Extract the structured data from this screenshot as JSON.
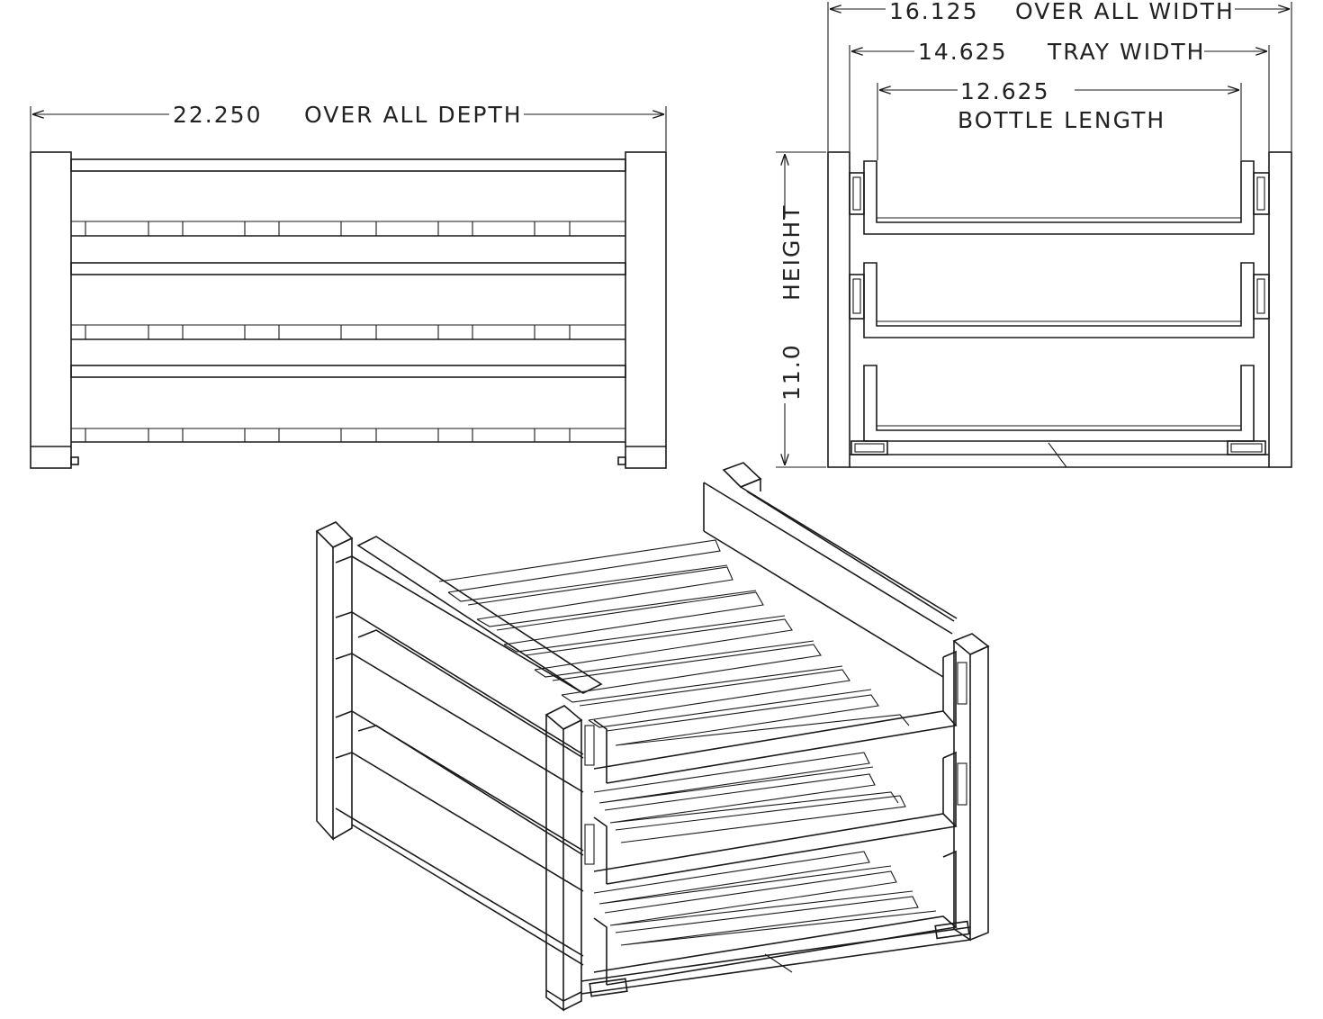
{
  "dimensions": {
    "overall_depth": {
      "value": "22.250",
      "label": "OVER ALL DEPTH"
    },
    "overall_width": {
      "value": "16.125",
      "label": "OVER ALL WIDTH"
    },
    "tray_width": {
      "value": "14.625",
      "label": "TRAY WIDTH"
    },
    "bottle_length": {
      "value": "12.625",
      "label": "BOTTLE LENGTH"
    },
    "height": {
      "value": "11.0",
      "label": "HEIGHT"
    }
  }
}
